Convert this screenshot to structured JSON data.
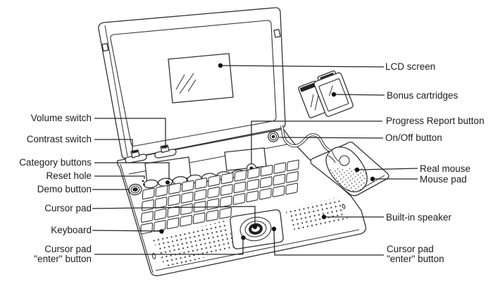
{
  "figure": {
    "kind": "labeled parts diagram",
    "colors": {
      "background": "#ffffff",
      "ink": "#333333",
      "label_text": "#1c1c1c",
      "leader_dot": "#111111"
    }
  },
  "labels": {
    "left": [
      {
        "id": "volume-switch",
        "text": "Volume switch"
      },
      {
        "id": "contrast-switch",
        "text": "Contrast switch"
      },
      {
        "id": "category-buttons",
        "text": "Category buttons"
      },
      {
        "id": "reset-hole",
        "text": "Reset hole"
      },
      {
        "id": "demo-button",
        "text": "Demo button"
      },
      {
        "id": "cursor-pad",
        "text": "Cursor pad"
      },
      {
        "id": "keyboard",
        "text": "Keyboard"
      },
      {
        "id": "cursor-pad-enter-left",
        "text": "Cursor pad\n\"enter\" button"
      }
    ],
    "right": [
      {
        "id": "lcd-screen",
        "text": "LCD screen"
      },
      {
        "id": "bonus-cartridges",
        "text": "Bonus cartridges"
      },
      {
        "id": "progress-report-button",
        "text": "Progress Report button"
      },
      {
        "id": "on-off-button",
        "text": "On/Off button"
      },
      {
        "id": "real-mouse",
        "text": "Real mouse"
      },
      {
        "id": "mouse-pad",
        "text": "Mouse pad"
      },
      {
        "id": "built-in-speaker",
        "text": "Built-in speaker"
      },
      {
        "id": "cursor-pad-enter-right",
        "text": "Cursor pad\n\"enter\" button"
      }
    ]
  }
}
